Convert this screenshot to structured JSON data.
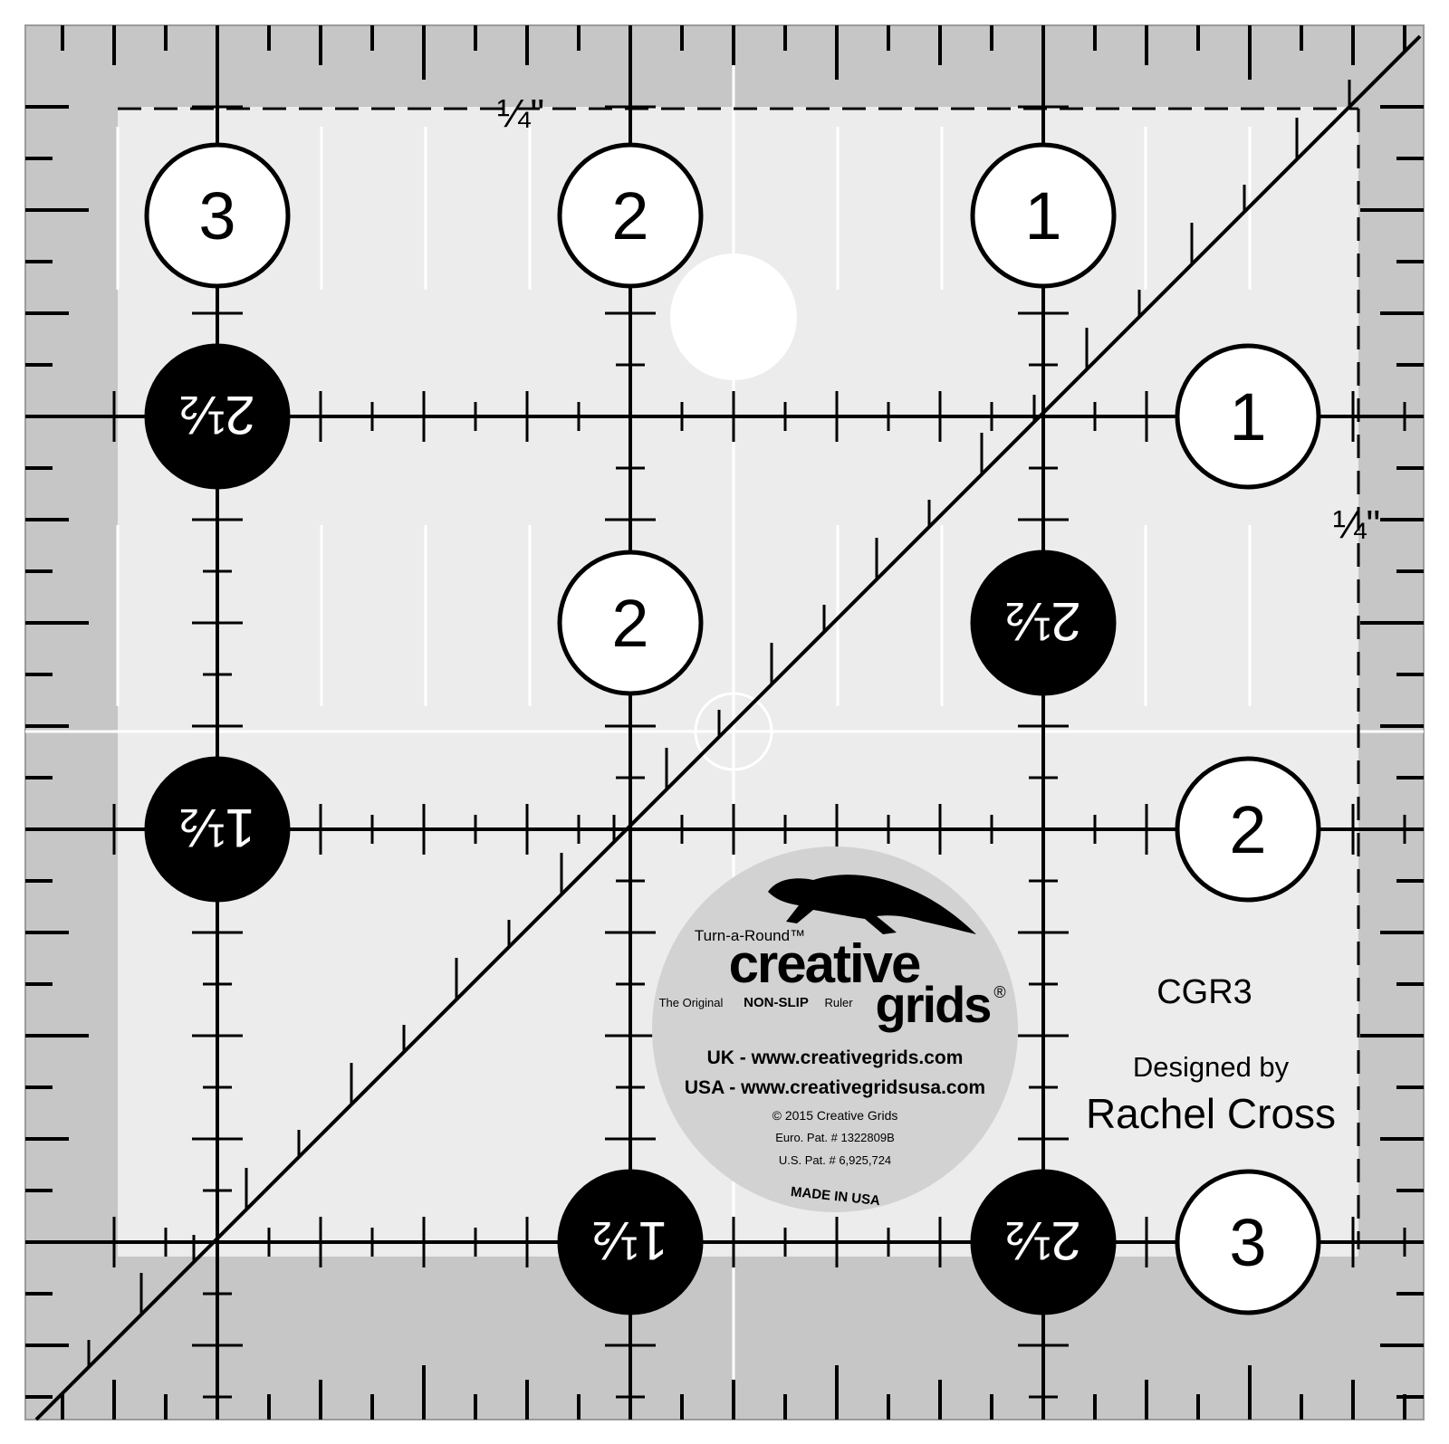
{
  "ruler": {
    "model": "CGR3",
    "designer_line1": "Designed by",
    "designer_line2": "Rachel Cross",
    "quarter_mark_top": "¼\"",
    "quarter_mark_right": "¼\"",
    "circles": [
      {
        "label": "3",
        "style": "white"
      },
      {
        "label": "2",
        "style": "white"
      },
      {
        "label": "1",
        "style": "white"
      },
      {
        "label": "2½",
        "style": "black",
        "rotated": true
      },
      {
        "label": "1",
        "style": "white"
      },
      {
        "label": "2",
        "style": "white"
      },
      {
        "label": "2½",
        "style": "black",
        "rotated": true
      },
      {
        "label": "1½",
        "style": "black",
        "rotated": true
      },
      {
        "label": "2",
        "style": "white"
      },
      {
        "label": "1½",
        "style": "black",
        "rotated": true
      },
      {
        "label": "2½",
        "style": "black",
        "rotated": true
      },
      {
        "label": "3",
        "style": "white"
      }
    ]
  },
  "logo": {
    "trademark": "Turn-a-Round™",
    "brand_line1": "creative",
    "brand_line2": "grids",
    "registered": "®",
    "tagline_prefix": "The Original",
    "tagline_bold": "NON-SLIP",
    "tagline_suffix": "Ruler",
    "uk_site": "UK - www.creativegrids.com",
    "usa_site": "USA - www.creativegridsusa.com",
    "copyright": "© 2015  Creative Grids",
    "euro_patent": "Euro. Pat. # 1322809B",
    "us_patent": "U.S. Pat. # 6,925,724",
    "made_in": "MADE IN USA"
  },
  "colors": {
    "shade": "#c6c6c6",
    "clear": "#ececec",
    "ink": "#000000",
    "logo_disc": "#d2d2d2"
  }
}
